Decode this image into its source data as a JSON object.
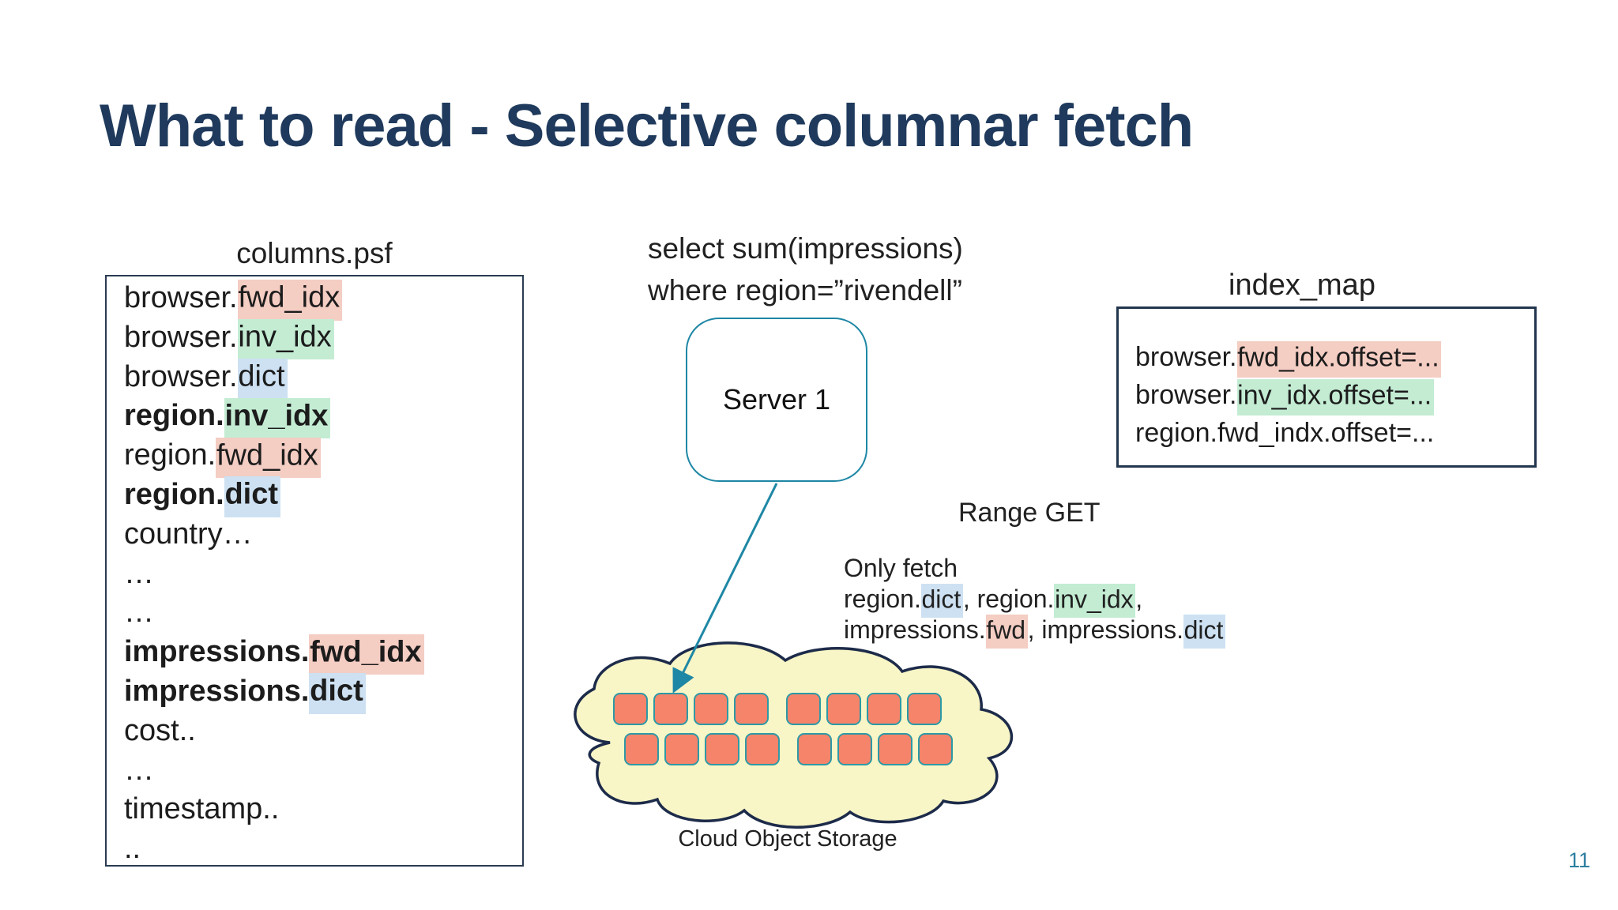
{
  "slide": {
    "title": "What to read - Selective columnar fetch",
    "page_number": "11"
  },
  "colors": {
    "navy": "#1f3a5c",
    "teal": "#1e87a5",
    "pink": "#f4cdc3",
    "green": "#c3ecd3",
    "blue": "#cde1f2",
    "cloud-fill": "#f8f5c6",
    "cloud-stroke": "#1d2b4a",
    "block-fill": "#f5846a",
    "block-stroke": "#2e99a6"
  },
  "columns_file": {
    "label": "columns.psf",
    "entries": [
      {
        "bold": false,
        "segments": [
          {
            "text": "browser."
          },
          {
            "text": "fwd_idx",
            "hl": "pink"
          }
        ]
      },
      {
        "bold": false,
        "segments": [
          {
            "text": "browser."
          },
          {
            "text": "inv_idx",
            "hl": "green"
          }
        ]
      },
      {
        "bold": false,
        "segments": [
          {
            "text": "browser."
          },
          {
            "text": "dict",
            "hl": "blue"
          }
        ]
      },
      {
        "bold": true,
        "segments": [
          {
            "text": "region."
          },
          {
            "text": "inv_idx",
            "hl": "green"
          }
        ]
      },
      {
        "bold": false,
        "segments": [
          {
            "text": "region."
          },
          {
            "text": "fwd_idx",
            "hl": "pink"
          }
        ]
      },
      {
        "bold": true,
        "segments": [
          {
            "text": "region."
          },
          {
            "text": "dict",
            "hl": "blue"
          }
        ]
      },
      {
        "bold": false,
        "segments": [
          {
            "text": "country…"
          }
        ]
      },
      {
        "bold": false,
        "segments": [
          {
            "text": "…"
          }
        ]
      },
      {
        "bold": false,
        "segments": [
          {
            "text": "…"
          }
        ]
      },
      {
        "bold": true,
        "segments": [
          {
            "text": "impressions."
          },
          {
            "text": "fwd_idx",
            "hl": "pink"
          }
        ]
      },
      {
        "bold": true,
        "segments": [
          {
            "text": "impressions."
          },
          {
            "text": "dict",
            "hl": "blue"
          }
        ]
      },
      {
        "bold": false,
        "segments": [
          {
            "text": "cost.."
          }
        ]
      },
      {
        "bold": false,
        "segments": [
          {
            "text": "…"
          }
        ]
      },
      {
        "bold": false,
        "segments": [
          {
            "text": "timestamp.."
          }
        ]
      },
      {
        "bold": false,
        "segments": [
          {
            "text": ".."
          }
        ]
      }
    ]
  },
  "query": {
    "line1": "select sum(impressions)",
    "line2": "where region=”rivendell”"
  },
  "server": {
    "label": "Server 1"
  },
  "index_map": {
    "label": "index_map",
    "entries": [
      {
        "bold": false,
        "segments": [
          {
            "text": "browser."
          },
          {
            "text": "fwd_idx.offset=...",
            "hl": "pink"
          }
        ]
      },
      {
        "bold": false,
        "segments": [
          {
            "text": "browser."
          },
          {
            "text": "inv_idx.offset=...",
            "hl": "green"
          }
        ]
      },
      {
        "bold": false,
        "segments": [
          {
            "text": "region.fwd_indx.offset=..."
          }
        ]
      }
    ]
  },
  "range_get_label": "Range GET",
  "only_fetch": {
    "lines": [
      {
        "bold": false,
        "segments": [
          {
            "text": "Only fetch"
          }
        ]
      },
      {
        "bold": false,
        "segments": [
          {
            "text": "region."
          },
          {
            "text": "dict",
            "hl": "blue"
          },
          {
            "text": ", region."
          },
          {
            "text": "inv_idx",
            "hl": "green"
          },
          {
            "text": ","
          }
        ]
      },
      {
        "bold": false,
        "segments": [
          {
            "text": "impressions."
          },
          {
            "text": "fwd",
            "hl": "pink"
          },
          {
            "text": ", impressions."
          },
          {
            "text": "dict",
            "hl": "blue"
          }
        ]
      }
    ]
  },
  "cloud": {
    "label": "Cloud Object Storage",
    "block_rows": [
      {
        "groups": [
          4,
          4
        ]
      },
      {
        "groups": [
          4,
          4
        ]
      }
    ]
  }
}
